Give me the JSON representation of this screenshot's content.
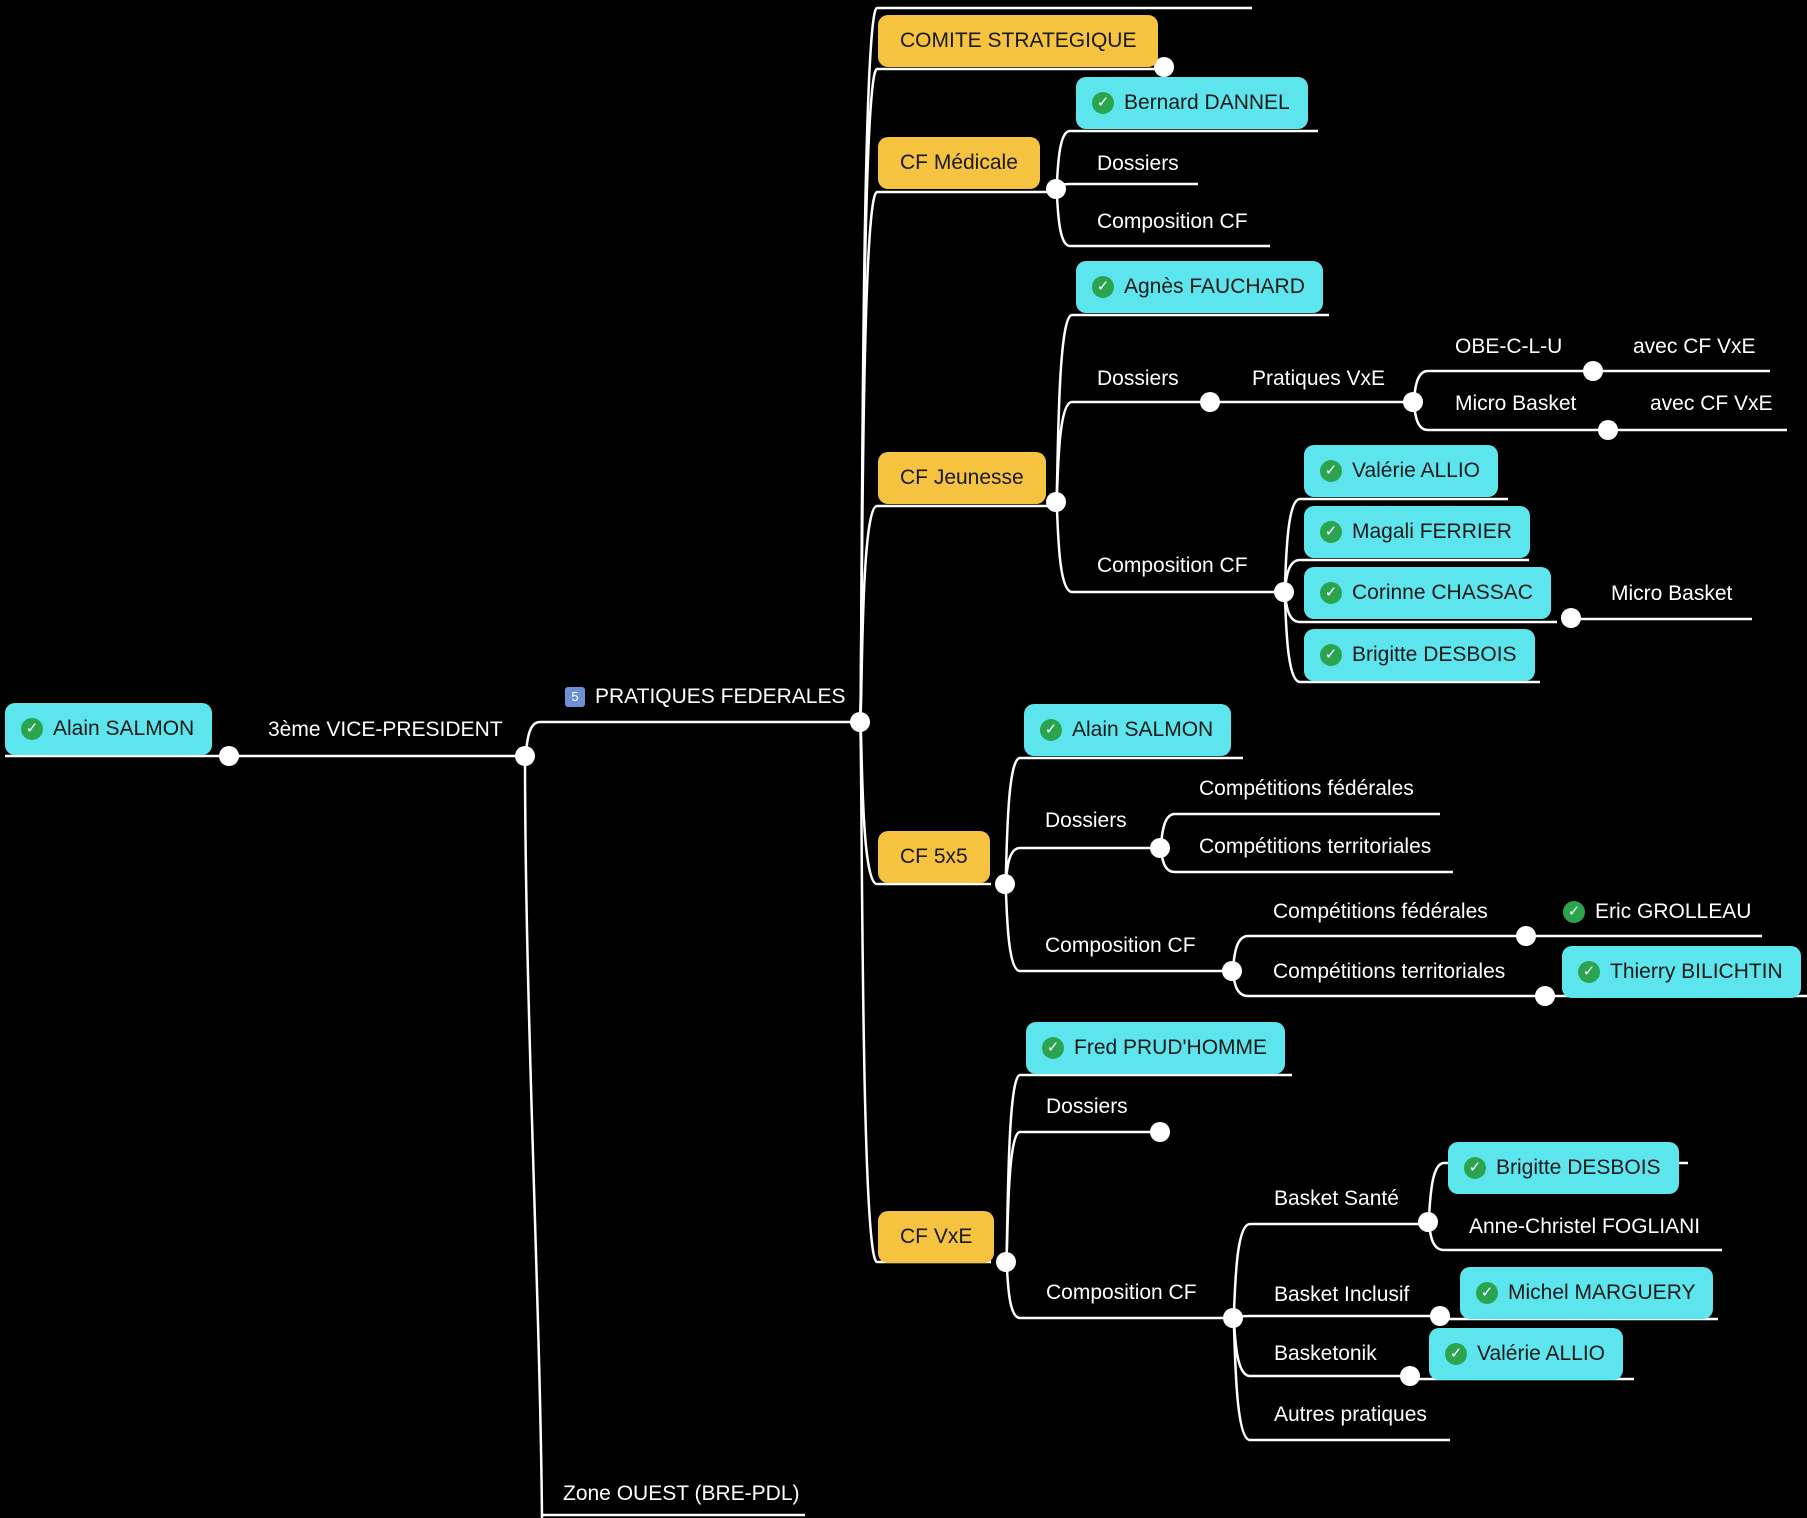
{
  "colors": {
    "background": "#000000",
    "yellow": "#f6c340",
    "cyan": "#5ce5ec",
    "check": "#2aa44f",
    "line": "#ffffff"
  },
  "root": {
    "name": "Alain SALMON"
  },
  "role": "3ème VICE-PRESIDENT",
  "pratiques": {
    "badge": "5",
    "label": "PRATIQUES FEDERALES"
  },
  "zone": "Zone OUEST (BRE-PDL)",
  "comite": "COMITE STRATEGIQUE",
  "medicale": {
    "label": "CF Médicale",
    "lead": "Bernard DANNEL",
    "dossiers": "Dossiers",
    "composition": "Composition CF"
  },
  "jeunesse": {
    "label": "CF Jeunesse",
    "lead": "Agnès FAUCHARD",
    "dossiers": "Dossiers",
    "pratiques_vxe": "Pratiques VxE",
    "obe": "OBE-C-L-U",
    "obe_note": "avec CF VxE",
    "micro": "Micro Basket",
    "micro_note": "avec CF VxE",
    "composition": "Composition CF",
    "members": [
      "Valérie ALLIO",
      "Magali FERRIER",
      "Corinne CHASSAC",
      "Brigitte DESBOIS"
    ],
    "chassac_note": "Micro Basket"
  },
  "cf5x5": {
    "label": "CF 5x5",
    "lead": "Alain SALMON",
    "dossiers": "Dossiers",
    "dossiers_items": [
      "Compétitions fédérales",
      "Compétitions territoriales"
    ],
    "composition": "Composition CF",
    "comp_items": [
      "Compétitions fédérales",
      "Compétitions territoriales"
    ],
    "grolleau": "Eric GROLLEAU",
    "bilichtin": "Thierry BILICHTIN"
  },
  "cfvxe": {
    "label": "CF VxE",
    "lead": "Fred PRUD'HOMME",
    "dossiers": "Dossiers",
    "composition": "Composition CF",
    "sante": "Basket Santé",
    "sante_members": [
      "Brigitte DESBOIS",
      "Anne-Christel FOGLIANI"
    ],
    "inclusif": "Basket Inclusif",
    "inclusif_member": "Michel MARGUERY",
    "basketonik": "Basketonik",
    "basketonik_member": "Valérie ALLIO",
    "autres": "Autres pratiques"
  }
}
